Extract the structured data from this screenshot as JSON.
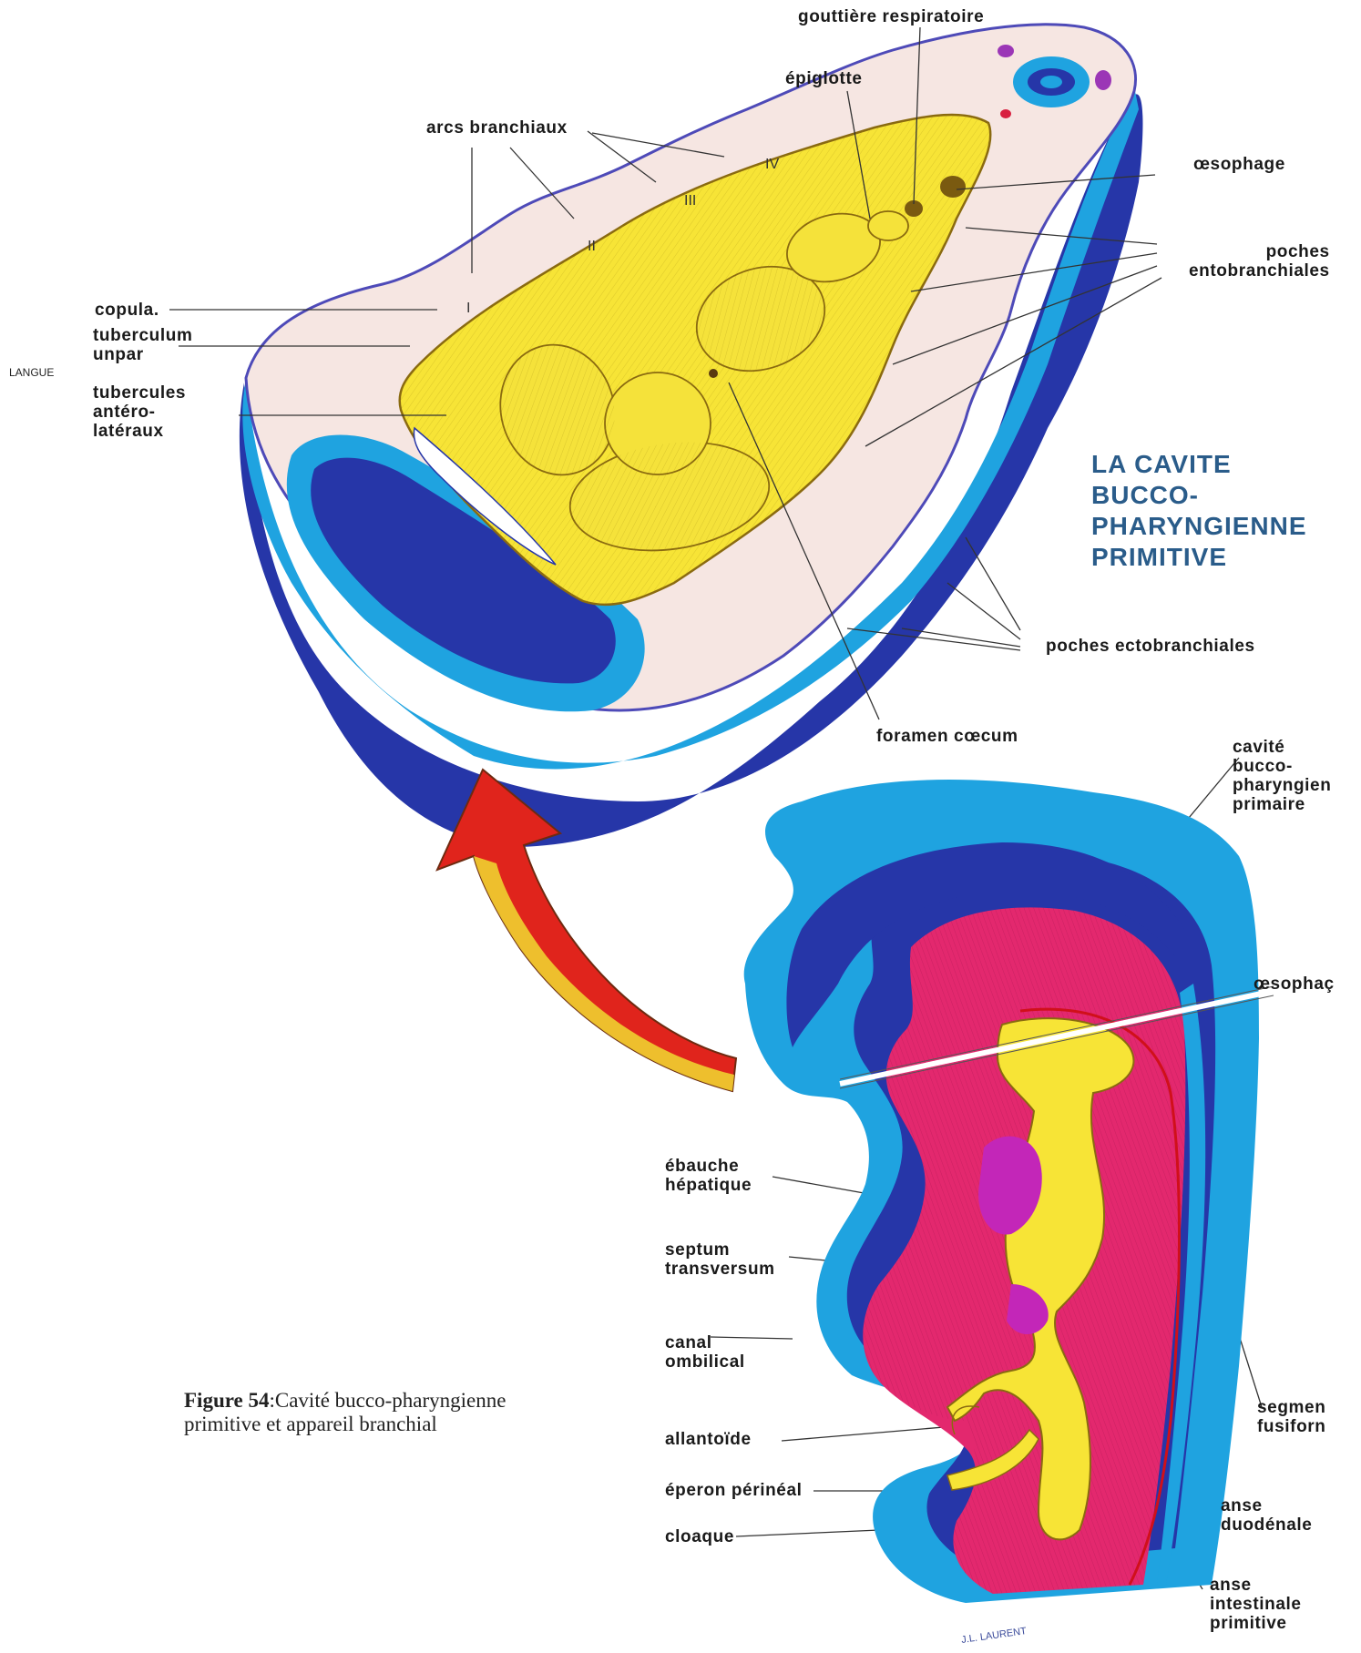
{
  "title": "LA CAVITE\nBUCCO-\nPHARYNGIENNE\nPRIMITIVE",
  "caption": {
    "number": "Figure 54",
    "text": ":Cavité bucco-pharyngienne",
    "line2": "primitive et appareil branchial"
  },
  "side_label": "LANGUE",
  "arcs": [
    "I",
    "II",
    "III",
    "IV"
  ],
  "top_labels": {
    "gouttiere": "gouttière respiratoire",
    "epiglotte": "épiglotte",
    "arcs": "arcs branchiaux",
    "oesophage": "œsophage",
    "poches_ento": "poches\nentobranchiales",
    "copula": "copula.",
    "tuberculum": "tuberculum\nunpar",
    "tubercules": "tubercules\nantéro-\nlatéraux",
    "poches_ecto": "poches ectobranchiales",
    "foramen": "foramen cœcum"
  },
  "bottom_labels": {
    "cavite": "cavité\nbucco-\npharyngien\nprimaire",
    "oesophag": "œsophaç",
    "ebauche": "ébauche\nhépatique",
    "septum": "septum\ntransversum",
    "canal": "canal\nombilical",
    "segmen": "segmen\nfusiforn",
    "allantoide": "allantoïde",
    "eperon": "éperon périnéal",
    "cloaque": "cloaque",
    "anse_duo": "anse\nduodénale",
    "anse_int": "anse\nintestinale\nprimitive"
  },
  "signature": "J.L. LAURENT",
  "colors": {
    "pink": "#f6e6e2",
    "blue_light": "#1fa3e0",
    "blue_dark": "#2636a8",
    "yellow": "#f7e436",
    "magenta": "#e3286e",
    "purple": "#c326b8",
    "red_arrow": "#e0241c"
  }
}
